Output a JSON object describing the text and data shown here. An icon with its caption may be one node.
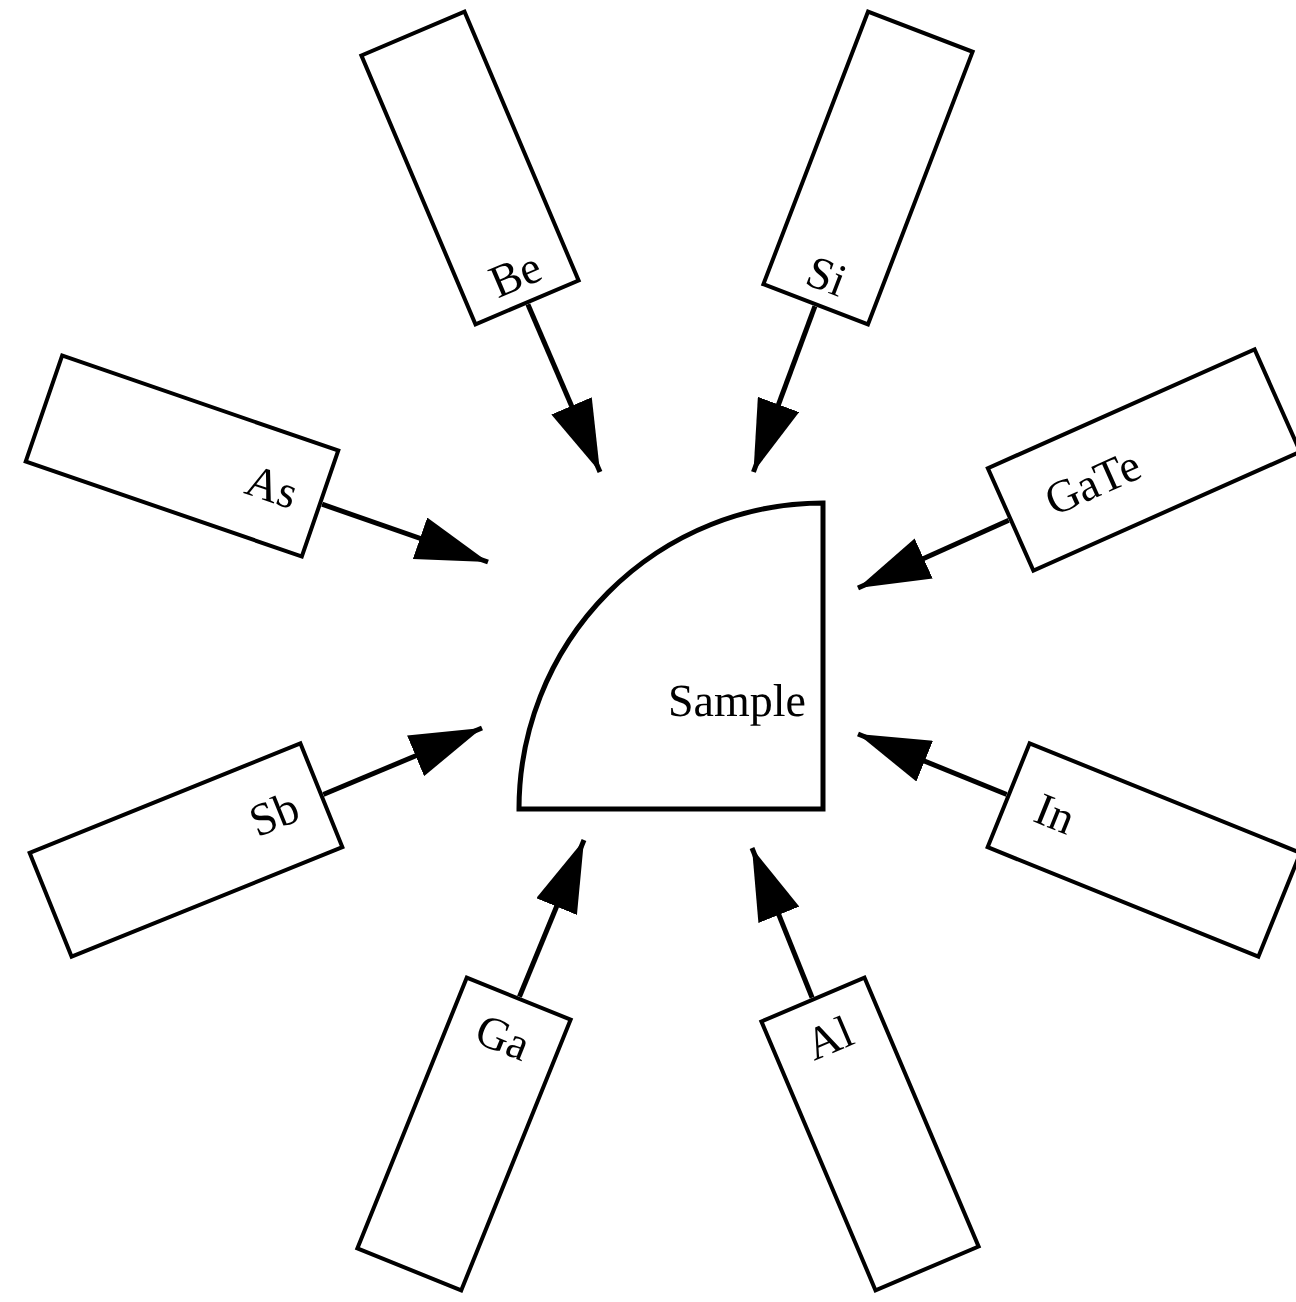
{
  "diagram": {
    "nodes": [
      {
        "text": [
          "Be"
        ]
      },
      {
        "text": [
          "Si"
        ]
      },
      {
        "text": [
          "As"
        ]
      },
      {
        "text": [
          "GaTe"
        ]
      },
      {
        "text": [
          "Sample"
        ]
      },
      {
        "text": [
          "Sb"
        ]
      },
      {
        "text": [
          "In"
        ]
      },
      {
        "text": [
          "Ga"
        ]
      },
      {
        "text": [
          "Al"
        ]
      }
    ],
    "edges": [
      {
        "from": 0,
        "to": 4,
        "arrow": "to"
      },
      {
        "from": 1,
        "to": 4,
        "arrow": "to"
      },
      {
        "from": 2,
        "to": 4,
        "arrow": "to"
      },
      {
        "from": 3,
        "to": 4,
        "arrow": "to"
      },
      {
        "from": 5,
        "to": 4,
        "arrow": "to"
      },
      {
        "from": 6,
        "to": 4,
        "arrow": "to"
      },
      {
        "from": 7,
        "to": 4,
        "arrow": "to"
      },
      {
        "from": 8,
        "to": 4,
        "arrow": "to"
      }
    ]
  }
}
